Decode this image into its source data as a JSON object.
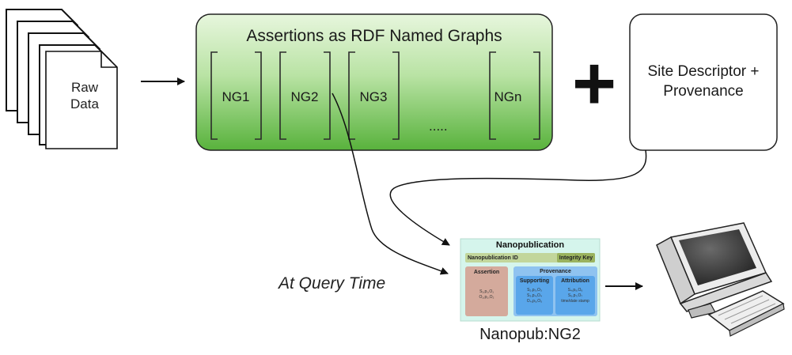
{
  "raw_data": {
    "label": "Raw Data"
  },
  "named_graphs": {
    "title": "Assertions as RDF Named Graphs",
    "items": [
      "NG1",
      "NG2",
      "NG3",
      "NGn"
    ],
    "ellipsis": "....."
  },
  "plus_symbol": "+",
  "site_descriptor": {
    "label": "Site Descriptor + Provenance"
  },
  "query_time_label": "At Query Time",
  "nanopublication": {
    "title": "Nanopublication",
    "id_label": "Nanopublication ID",
    "integrity_key": "Integrity Key",
    "assertion": {
      "heading": "Assertion",
      "lines": [
        "S₁,p₁,O₁",
        "O₁,p₂,O₂"
      ]
    },
    "provenance": {
      "heading": "Provenance",
      "supporting": {
        "heading": "Supporting",
        "lines": [
          "S₂,p₃,O₃",
          "S₃,p₄,O₄",
          "O₄,p₅,O₅"
        ]
      },
      "attribution": {
        "heading": "Attribution",
        "lines": [
          "S₄,p₅,O₆",
          "S₅,p₇,O₇",
          "time/date stamp"
        ]
      }
    },
    "caption": "Nanopub:NG2"
  },
  "colors": {
    "green_light": "#e7f6dd",
    "green_dark": "#58b23c",
    "nanopub_bg": "#d5f5ec",
    "id_bar": "#c2d69b",
    "integrity_key": "#9ab35e",
    "assertion_bg": "#d4aa9c",
    "provenance_bg": "#8fc3f0",
    "provenance_inner": "#59a6ea"
  }
}
